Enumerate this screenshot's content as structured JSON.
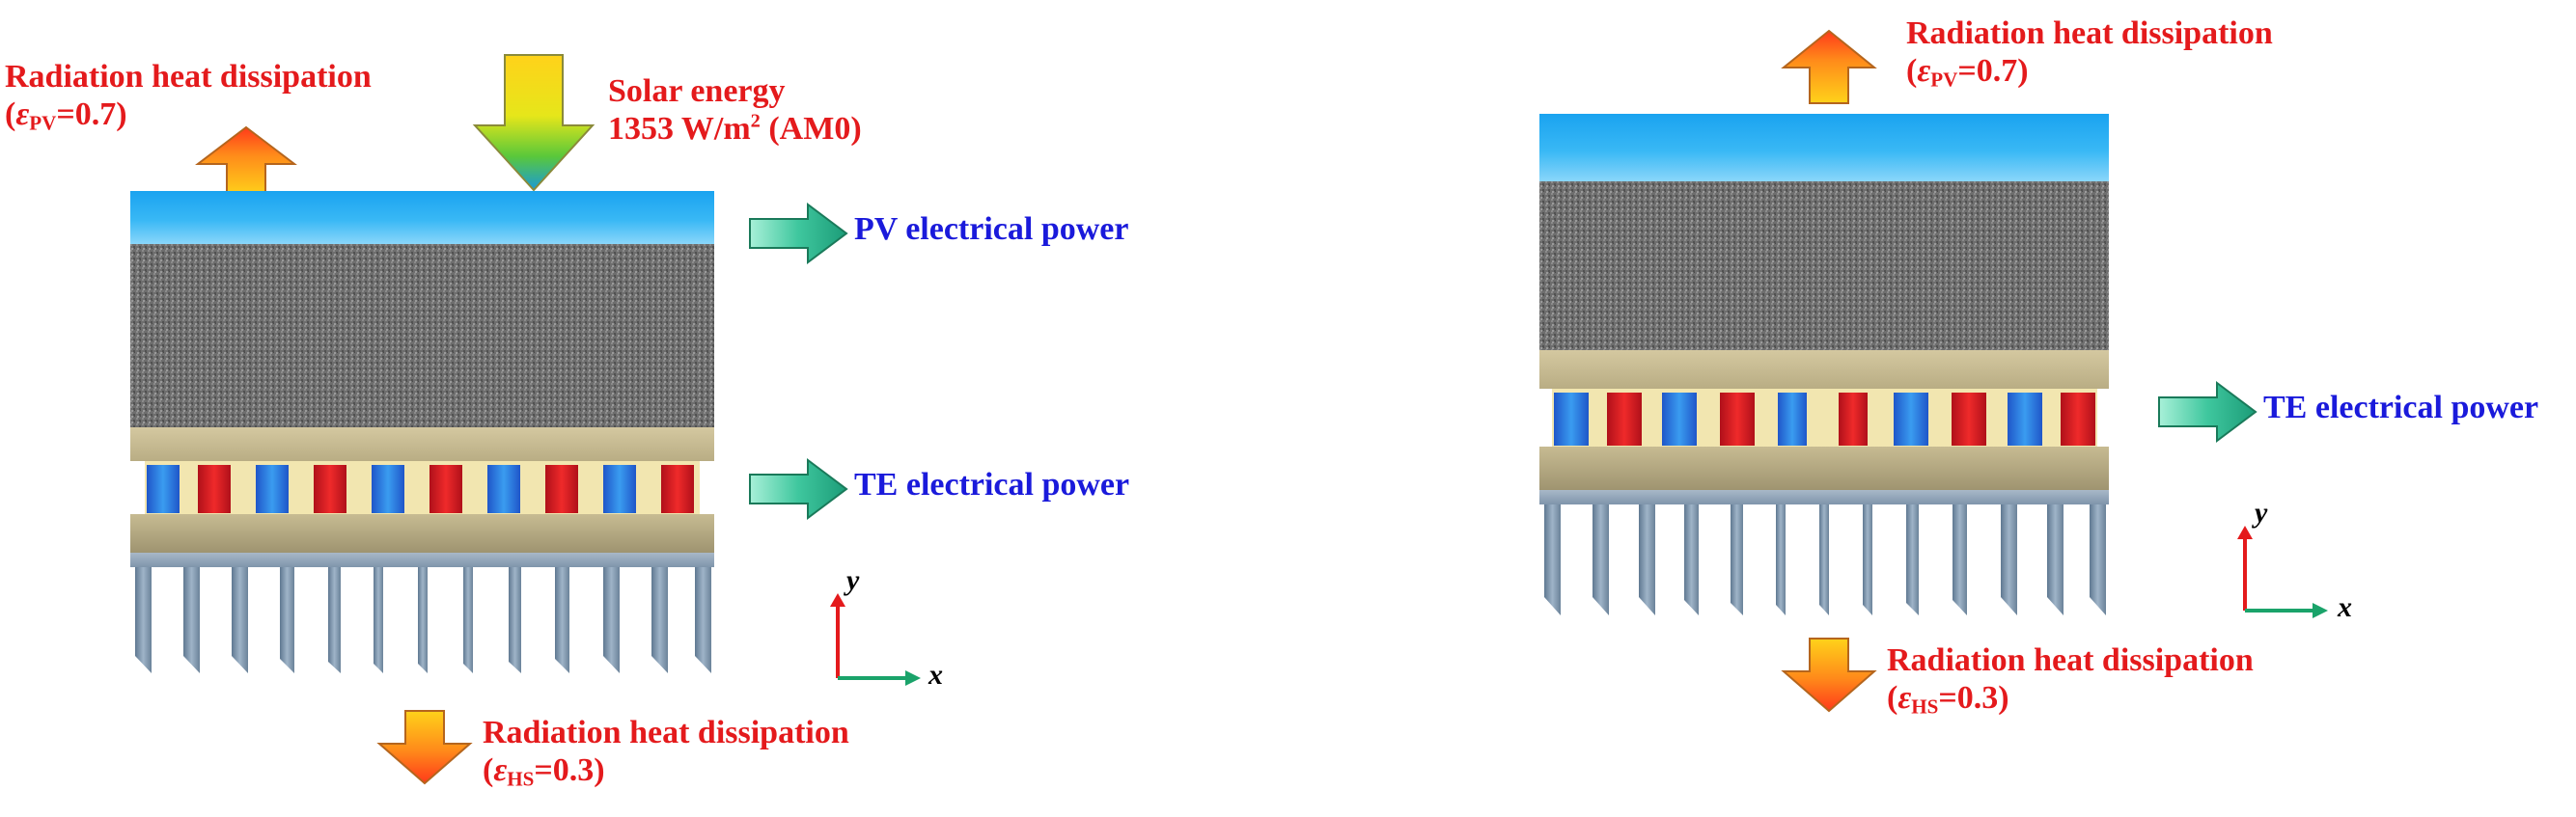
{
  "panel_a": {
    "radiation_top": {
      "title": "Radiation heat dissipation",
      "eps_symbol": "ε",
      "eps_sub": "PV",
      "eps_value": "=0.7",
      "open": "(",
      "close": ")"
    },
    "solar": {
      "line1": "Solar energy",
      "line2_value": "1353 W/m",
      "line2_sup": "2",
      "line2_suffix": " (AM0)"
    },
    "pv_output": "PV electrical power",
    "te_output": "TE electrical power",
    "radiation_bottom": {
      "title": "Radiation heat dissipation",
      "eps_symbol": "ε",
      "eps_sub": "HS",
      "eps_value": "=0.3",
      "open": "(",
      "close": ")"
    },
    "axes": {
      "y": "y",
      "x": "x"
    }
  },
  "panel_b": {
    "radiation_top": {
      "title": "Radiation heat dissipation",
      "eps_symbol": "ε",
      "eps_sub": "PV",
      "eps_value": "=0.7",
      "open": "(",
      "close": ")"
    },
    "te_output": "TE electrical power",
    "radiation_bottom": {
      "title": "Radiation heat dissipation",
      "eps_symbol": "ε",
      "eps_sub": "HS",
      "eps_value": "=0.3",
      "open": "(",
      "close": ")"
    },
    "axes": {
      "y": "y",
      "x": "x"
    }
  },
  "colors": {
    "label_red": "#e41a1c",
    "label_blue": "#1a1adb",
    "pv_glass": "#1aa3f0",
    "p_leg": "#2f7fe0",
    "n_leg": "#e02020",
    "output_arrow": "#2fb38a",
    "axis_y": "#e41a1c",
    "axis_x": "#1aa36a"
  }
}
